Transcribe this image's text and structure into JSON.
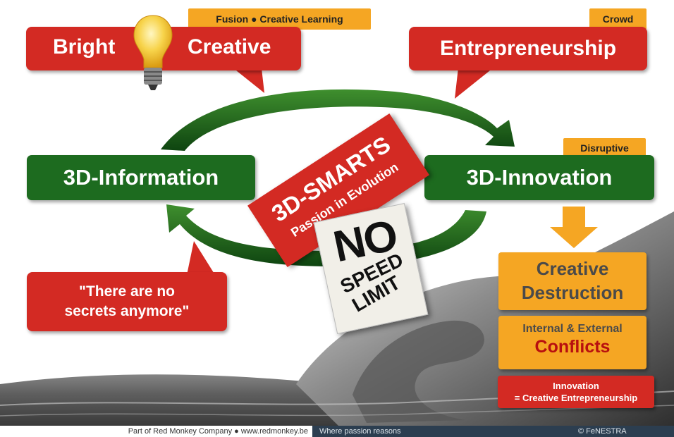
{
  "top_left": {
    "tag": "Fusion ● Creative Learning",
    "word1": "Bright",
    "word2": "Creative",
    "icon": "lightbulb-icon"
  },
  "top_right": {
    "tag": "Crowd",
    "label": "Entrepreneurship"
  },
  "left_box": "3D-Information",
  "right_box": {
    "tag": "Disruptive",
    "label": "3D-Innovation"
  },
  "center_banner": {
    "title": "3D-SMARTS",
    "subtitle": "Passion in Evolution"
  },
  "sign": {
    "line1": "NO",
    "line2": "SPEED",
    "line3": "LIMIT"
  },
  "bottom_left_quote": {
    "line1": "\"There are no",
    "line2": "secrets anymore\""
  },
  "right_column": {
    "destruction_line1": "Creative",
    "destruction_line2": "Destruction",
    "conflicts_line1": "Internal & External",
    "conflicts_line2": "Conflicts",
    "innovation_line1": "Innovation",
    "innovation_line2": "= Creative Entrepreneurship"
  },
  "footer": {
    "left": "Part of Red Monkey Company ● www.redmonkey.be",
    "middle": "Where passion reasons",
    "right": "© FeNESTRA"
  },
  "colors": {
    "red": "#d32a23",
    "green": "#1d6b1f",
    "orange": "#f5a623",
    "dark_red": "#b80f0f",
    "footer_bg": "#2c3e50"
  }
}
